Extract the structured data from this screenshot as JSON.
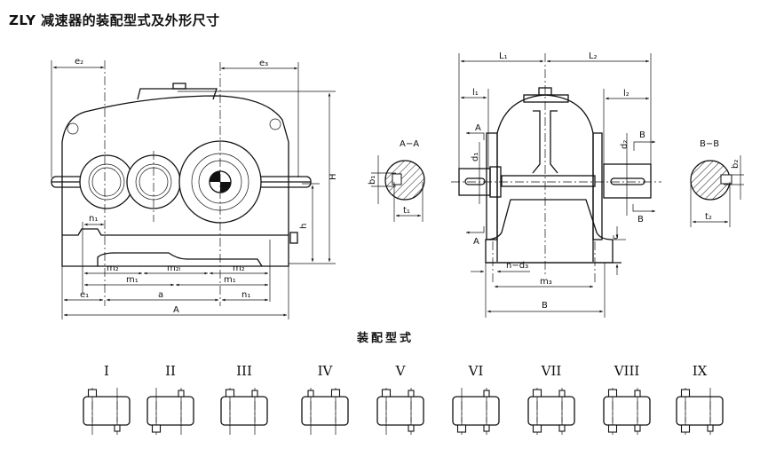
{
  "title": "ZLY 减速器的装配型式及外形尺寸",
  "front_view": {
    "labels": {
      "e2": "e₂",
      "e3": "e₃",
      "H": "H",
      "h": "h",
      "n1_top": "n₁",
      "m2_left": "m₂",
      "m2l": "m₂ₗ",
      "m2_right": "m₂",
      "m1_left": "m₁",
      "m1_right": "m₁",
      "e1": "e₁",
      "a": "a",
      "n1_bottom": "n₁",
      "A": "A"
    }
  },
  "side_view": {
    "labels": {
      "L1": "L₁",
      "L2": "L₂",
      "l1": "l₁",
      "l2": "l₂",
      "A_top": "A",
      "A_bottom": "A",
      "B_top": "B",
      "B_bottom": "B",
      "d1": "d₁",
      "d2": "d₂",
      "c": "c",
      "n_d3": "n−d₃",
      "m3": "m₃",
      "B": "B"
    }
  },
  "section_aa": {
    "title": "A−A",
    "b1": "b₁",
    "t1": "t₁"
  },
  "section_bb": {
    "title": "B−B",
    "b2": "b₂",
    "t2": "t₂"
  },
  "assembly": {
    "caption": "装配型式",
    "forms": [
      {
        "numeral": "I",
        "shafts": [
          [
            "tl",
            "big"
          ],
          [
            "br",
            "small"
          ]
        ]
      },
      {
        "numeral": "II",
        "shafts": [
          [
            "tr",
            "small"
          ],
          [
            "bl",
            "big"
          ]
        ]
      },
      {
        "numeral": "III",
        "shafts": [
          [
            "tl",
            "big"
          ],
          [
            "tr",
            "small"
          ]
        ]
      },
      {
        "numeral": "IV",
        "shafts": [
          [
            "tl",
            "small"
          ],
          [
            "tr",
            "big"
          ]
        ]
      },
      {
        "numeral": "V",
        "shafts": [
          [
            "tl",
            "big"
          ],
          [
            "tr",
            "small"
          ],
          [
            "br",
            "small"
          ]
        ]
      },
      {
        "numeral": "VI",
        "shafts": [
          [
            "tr",
            "small"
          ],
          [
            "bl",
            "big"
          ],
          [
            "br",
            "small"
          ]
        ]
      },
      {
        "numeral": "VII",
        "shafts": [
          [
            "tl",
            "big"
          ],
          [
            "tr",
            "small"
          ],
          [
            "bl",
            "big"
          ],
          [
            "br",
            "small"
          ]
        ]
      },
      {
        "numeral": "VIII",
        "shafts": [
          [
            "tl",
            "big"
          ],
          [
            "tr",
            "small"
          ],
          [
            "bl",
            "big"
          ],
          [
            "br",
            "small"
          ]
        ]
      },
      {
        "numeral": "IX",
        "shafts": [
          [
            "tl",
            "big"
          ],
          [
            "bl",
            "big"
          ],
          [
            "br",
            "small"
          ]
        ]
      }
    ]
  }
}
